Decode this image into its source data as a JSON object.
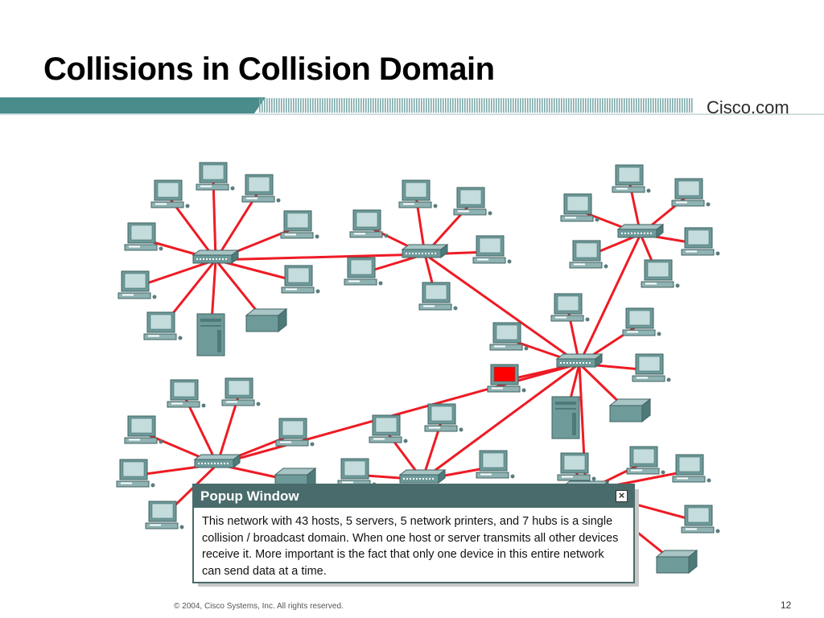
{
  "slide": {
    "title": "Collisions in Collision Domain",
    "brand": "Cisco.com",
    "copyright": "© 2004, Cisco Systems, Inc. All rights reserved.",
    "page_number": "12"
  },
  "popup": {
    "title": "Popup Window",
    "close_icon": "close-icon",
    "body": "This network with 43 hosts, 5 servers, 5 network printers, and 7 hubs is a single collision / broadcast domain. When one host or server transmits all other devices receive it. More important is the fact that only one device in this entire network can send data at a time."
  },
  "colors": {
    "link": "#ee1b24",
    "header_band": "#4a8c8c",
    "popup_titlebar": "#4a6b6b",
    "device": "#6e9a9a",
    "transmitting_host": "#ff0000"
  },
  "icons": [
    "computer-icon",
    "hub-icon",
    "server-icon",
    "printer-icon",
    "close-icon"
  ]
}
